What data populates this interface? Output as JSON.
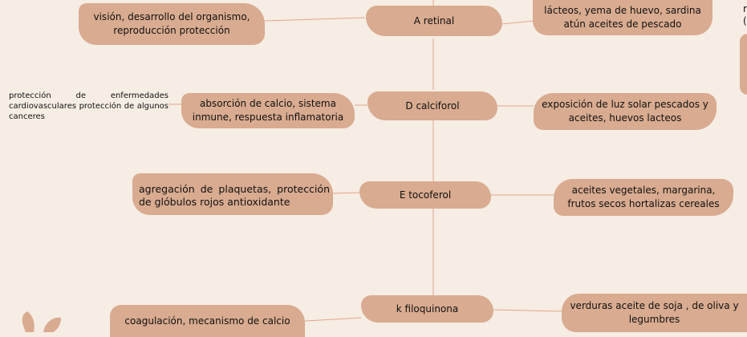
{
  "vitamins": {
    "a": {
      "name": "A retinal",
      "functions": "visión, desarrollo del organismo, reproducción protección",
      "sources": "lácteos, yema de huevo, sardina atún aceites de pescado"
    },
    "d": {
      "name": "D calciforol",
      "functions": "absorción de calcio, sistema inmune, respuesta inflamatoria",
      "benefits": "protección de enfermedades cardiovasculares protección de algunos canceres",
      "sources": "exposición de luz solar pescados y aceites, huevos lacteos"
    },
    "e": {
      "name": "E tocoferol",
      "functions": "agregación de plaquetas, protección de glóbulos rojos antioxidante",
      "sources": "aceites vegetales, margarina, frutos secos hortalizas cereales"
    },
    "k": {
      "name": "k filoquinona",
      "functions": "coagulación, mecanismo de calcio",
      "sources": "verduras aceite de soja , de oliva y legumbres"
    }
  },
  "edge_fragment": {
    "line1": "r",
    "line2": "("
  },
  "colors": {
    "background": "#f6ede4",
    "node": "#d9ab90",
    "connector": "#e3a58b"
  }
}
